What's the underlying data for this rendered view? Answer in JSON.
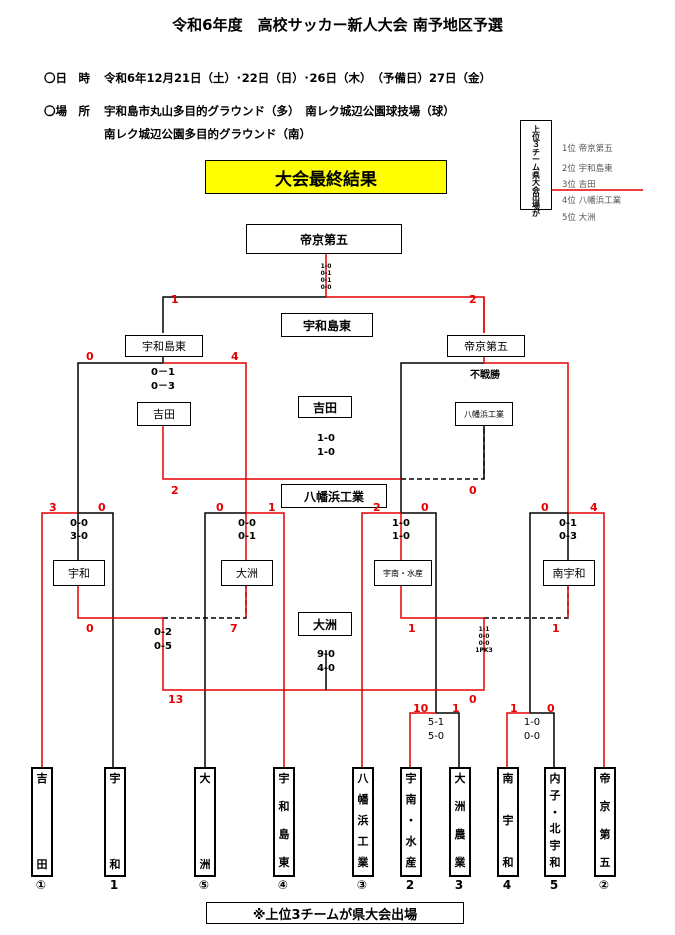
{
  "title": "令和6年度　高校サッカー新人大会 南予地区予選",
  "info": {
    "date_label": "〇日　時",
    "date_value": "令和6年12月21日（土）･22日（日）･26日（木）　（予備日）27日（金）",
    "venue_label": "〇場　所",
    "venue_line1": "宇和島市丸山多目的グラウンド（多）　南レク城辺公園球技場（球）",
    "venue_line2": "南レク城辺公園多目的グラウンド（南）"
  },
  "banner": "大会最終結果",
  "legend": {
    "label": "上位３チーム県大会出場が",
    "ranks": [
      "1位 帝京第五",
      "2位 宇和島東",
      "3位 吉田",
      "4位 八幡浜工業",
      "5位 大洲"
    ]
  },
  "champion": "帝京第五",
  "final": {
    "score": [
      "1-0",
      "0-1",
      "0-1",
      "0-0"
    ],
    "left_score": "1",
    "right_score": "2"
  },
  "third_place": {
    "winner": "吉田",
    "score": [
      "1-0",
      "1-0"
    ],
    "left_score": "2",
    "right_score": "0"
  },
  "fifth_place": {
    "winner": "大洲",
    "score": [
      "9-0",
      "4-0"
    ],
    "left_score": "13",
    "right_score": "0"
  },
  "semis": {
    "left": {
      "winner": "宇和島東",
      "loser": "吉田",
      "score": [
        "0－1",
        "0－3"
      ],
      "left_score": "0",
      "right_score": "4"
    },
    "right": {
      "winner": "帝京第五",
      "loser": "八幡浜工業",
      "note": "不戦勝"
    }
  },
  "fourth_label": "八幡浜工業",
  "quarters": [
    {
      "winner": "宇和",
      "score": [
        "0-0",
        "3-0"
      ],
      "left_score": "3",
      "right_score": "0",
      "bottom": "0"
    },
    {
      "winner": "大洲",
      "score": [
        "0-0",
        "0-1"
      ],
      "left_score": "0",
      "right_score": "1",
      "bottom": "7"
    },
    {
      "winner": "宇南・水産",
      "score": [
        "1-0",
        "1-0"
      ],
      "left_score": "2",
      "right_score": "0",
      "bottom": "1"
    },
    {
      "winner": "南宇和",
      "score": [
        "0-1",
        "0-3"
      ],
      "left_score": "0",
      "right_score": "4",
      "bottom": "1"
    }
  ],
  "consolation_left": {
    "score": [
      "0-2",
      "0-5"
    ]
  },
  "consolation_right": {
    "score": [
      "1-1",
      "0-0",
      "0-0",
      "1PK3"
    ]
  },
  "r1_left": {
    "score": [
      "5-1",
      "5-0"
    ],
    "left_score": "10",
    "right_score": "1"
  },
  "r1_right": {
    "score": [
      "1-0",
      "0-0"
    ],
    "left_score": "1",
    "right_score": "0"
  },
  "teams": [
    {
      "name": [
        "吉",
        "田"
      ],
      "seed": "①"
    },
    {
      "name": [
        "宇",
        "和"
      ],
      "seed": "1"
    },
    {
      "name": [
        "大",
        "洲"
      ],
      "seed": "⑤"
    },
    {
      "name": [
        "宇",
        "和",
        "島",
        "東"
      ],
      "seed": "④"
    },
    {
      "name": [
        "八",
        "幡",
        "浜",
        "工",
        "業"
      ],
      "seed": "③"
    },
    {
      "name": [
        "宇",
        "南",
        "・",
        "水",
        "産"
      ],
      "seed": "2"
    },
    {
      "name": [
        "大",
        "洲",
        "農",
        "業"
      ],
      "seed": "3"
    },
    {
      "name": [
        "南",
        "宇",
        "和"
      ],
      "seed": "4"
    },
    {
      "name": [
        "内",
        "子",
        "・",
        "北",
        "宇",
        "和"
      ],
      "seed": "5"
    },
    {
      "name": [
        "帝",
        "京",
        "第",
        "五"
      ],
      "seed": "②"
    }
  ],
  "footer": "※上位3チームが県大会出場",
  "colors": {
    "win": "#e60000",
    "lose": "#000000",
    "banner": "#ffff00"
  }
}
